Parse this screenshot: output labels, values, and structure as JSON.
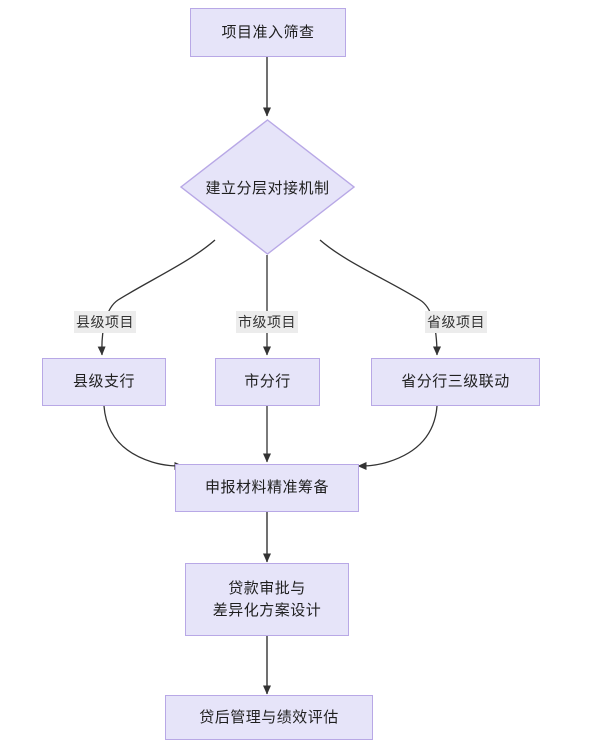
{
  "diagram": {
    "type": "flowchart",
    "orientation": "top-down",
    "theme": {
      "node_fill": "#e6e4f9",
      "node_border": "#b8a8e6",
      "node_text": "#1f1f1f",
      "edge_stroke": "#333333",
      "edge_label_bg": "#ececec",
      "edge_label_text": "#333333",
      "background": "#ffffff"
    },
    "nodes": [
      {
        "id": "start",
        "shape": "rect",
        "label": "项目准入筛查"
      },
      {
        "id": "decision",
        "shape": "diamond",
        "label": "建立分层对接机制"
      },
      {
        "id": "county",
        "shape": "rect",
        "label": "县级支行"
      },
      {
        "id": "city",
        "shape": "rect",
        "label": "市分行"
      },
      {
        "id": "province",
        "shape": "rect",
        "label": "省分行三级联动"
      },
      {
        "id": "prepare",
        "shape": "rect",
        "label": "申报材料精准筹备"
      },
      {
        "id": "approval",
        "shape": "rect",
        "label": "贷款审批与\n差异化方案设计"
      },
      {
        "id": "postloan",
        "shape": "rect",
        "label": "贷后管理与绩效评估"
      }
    ],
    "edges": [
      {
        "from": "start",
        "to": "decision",
        "label": ""
      },
      {
        "from": "decision",
        "to": "county",
        "label": "县级项目"
      },
      {
        "from": "decision",
        "to": "city",
        "label": "市级项目"
      },
      {
        "from": "decision",
        "to": "province",
        "label": "省级项目"
      },
      {
        "from": "county",
        "to": "prepare",
        "label": ""
      },
      {
        "from": "city",
        "to": "prepare",
        "label": ""
      },
      {
        "from": "province",
        "to": "prepare",
        "label": ""
      },
      {
        "from": "prepare",
        "to": "approval",
        "label": ""
      },
      {
        "from": "approval",
        "to": "postloan",
        "label": ""
      }
    ],
    "edge_labels": {
      "county_branch": "县级项目",
      "city_branch": "市级项目",
      "province_branch": "省级项目"
    }
  }
}
